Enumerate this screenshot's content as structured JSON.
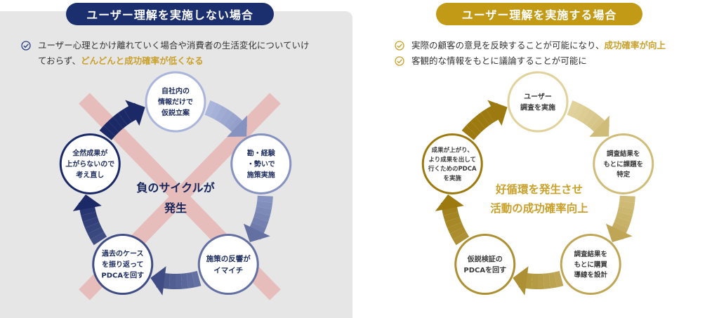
{
  "left": {
    "header": "ユーザー理解を実施しない場合",
    "bullet_text_1": "ユーザー心理とかけ離れていく場合や消費者の生活変化についていけ",
    "bullet_text_2": "ておらず、",
    "bullet_highlight": "どんどんと成功確率が低くなる",
    "nodes": [
      {
        "lines": [
          "自社内の",
          "情報だけで",
          "仮説立案"
        ]
      },
      {
        "lines": [
          "勘・経験",
          "・勢いで",
          "施策実施"
        ]
      },
      {
        "lines": [
          "施策の反響が",
          "イマイチ"
        ]
      },
      {
        "lines": [
          "過去のケース",
          "を振り返って",
          "PDCAを回す"
        ]
      },
      {
        "lines": [
          "全然成果が",
          "上がらないので",
          "考え直し"
        ]
      }
    ],
    "center": [
      "負のサイクルが",
      "発生"
    ],
    "colors": {
      "arrow_light": "#aab5dc",
      "arrow_dark": "#1b2a66",
      "cross": "#e7b7b3",
      "bg": "#e6e6e6"
    }
  },
  "right": {
    "header": "ユーザー理解を実施する場合",
    "bullet1_text": "実際の顧客の意見を反映することが可能になり、",
    "bullet1_highlight": "成功確率が向上",
    "bullet2_text": "客観的な情報をもとに議論することが可能に",
    "nodes": [
      {
        "lines": [
          "ユーザー",
          "調査を実施"
        ]
      },
      {
        "lines": [
          "調査結果を",
          "もとに課題を",
          "特定"
        ]
      },
      {
        "lines": [
          "調査結果を",
          "もとに購買",
          "導線を設計"
        ]
      },
      {
        "lines": [
          "仮説検証の",
          "PDCAを回す"
        ]
      },
      {
        "lines": [
          "成果が上がり、",
          "より成果を出して",
          "行くためのPDCA",
          "を実施"
        ]
      }
    ],
    "center": [
      "好循環を発生させ",
      "活動の成功確率向上"
    ],
    "colors": {
      "arrow_light": "#e1d29c",
      "arrow_dark": "#9c7a10",
      "accent": "#c9a02a"
    }
  }
}
